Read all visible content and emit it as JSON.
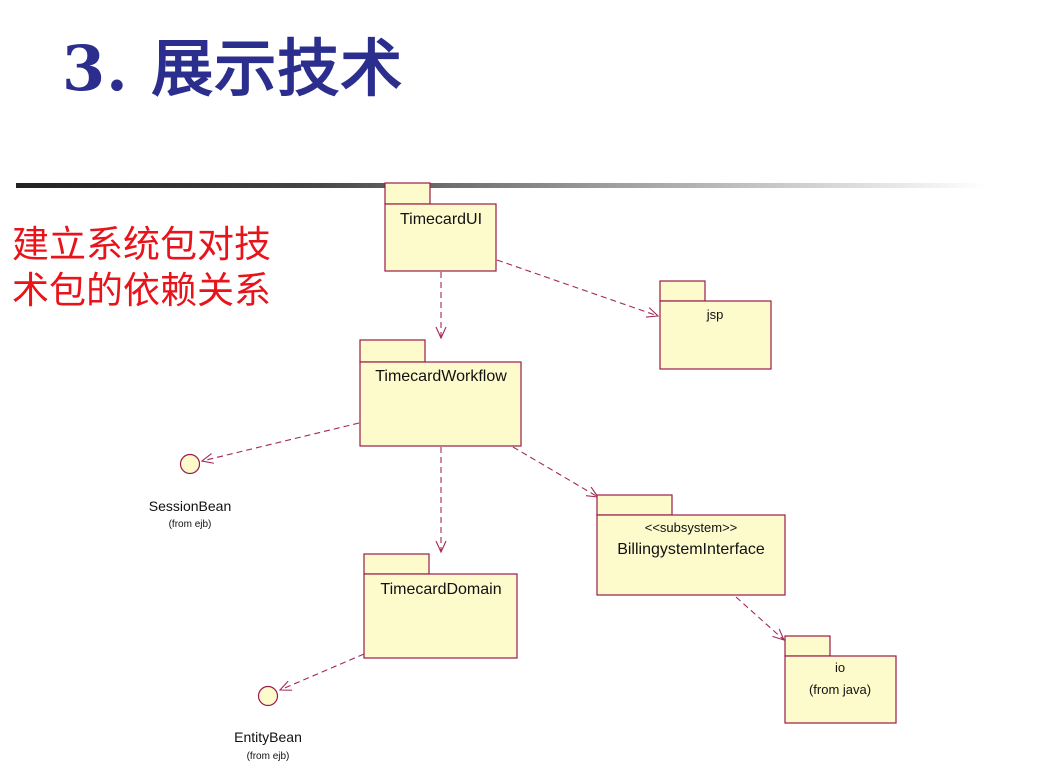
{
  "slide": {
    "title": "3. 展示技术",
    "subtitle_line1": "建立系统包对技",
    "subtitle_line2": "术包的依赖关系"
  },
  "packages": {
    "timecard_ui": {
      "name": "TimecardUI"
    },
    "jsp": {
      "name": "jsp"
    },
    "timecard_workflow": {
      "name": "TimecardWorkflow"
    },
    "billing_interface": {
      "stereotype": "<<subsystem>>",
      "name": "BillingystemInterface"
    },
    "timecard_domain": {
      "name": "TimecardDomain"
    },
    "io": {
      "name": "io",
      "source": "(from java)"
    }
  },
  "interfaces": {
    "session_bean": {
      "name": "SessionBean",
      "source": "(from ejb)"
    },
    "entity_bean": {
      "name": "EntityBean",
      "source": "(from ejb)"
    }
  },
  "dependencies": [
    {
      "from": "TimecardUI",
      "to": "jsp"
    },
    {
      "from": "TimecardUI",
      "to": "TimecardWorkflow"
    },
    {
      "from": "TimecardWorkflow",
      "to": "SessionBean"
    },
    {
      "from": "TimecardWorkflow",
      "to": "TimecardDomain"
    },
    {
      "from": "TimecardWorkflow",
      "to": "BillingystemInterface"
    },
    {
      "from": "TimecardDomain",
      "to": "EntityBean"
    },
    {
      "from": "BillingystemInterface",
      "to": "io"
    }
  ],
  "colors": {
    "title": "#2b2e8c",
    "subtitle": "#e8141b",
    "package_fill": "#fdfacc",
    "package_border": "#9a1b4a",
    "dependency": "#a2285a"
  }
}
